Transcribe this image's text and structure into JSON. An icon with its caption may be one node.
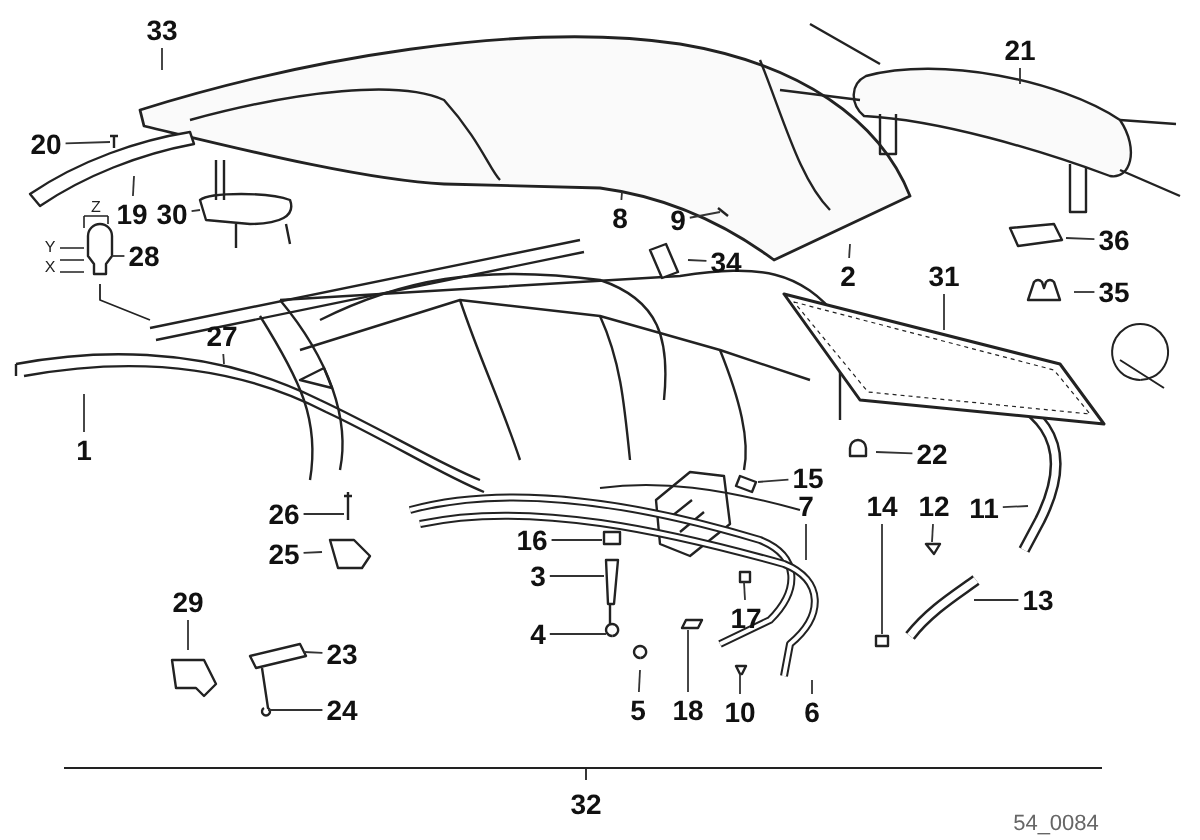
{
  "diagram": {
    "nodes": [
      {
        "text": [
          "33"
        ]
      },
      {
        "text": [
          "21"
        ]
      },
      {
        "text": [
          "20"
        ]
      },
      {
        "text": [
          "8"
        ]
      },
      {
        "text": [
          "9"
        ]
      },
      {
        "text": [
          "2"
        ]
      },
      {
        "text": [
          "19"
        ]
      },
      {
        "text": [
          "30"
        ]
      },
      {
        "text": [
          "36"
        ]
      },
      {
        "text": [
          "34"
        ]
      },
      {
        "text": [
          "28"
        ]
      },
      {
        "text": [
          "31"
        ]
      },
      {
        "text": [
          "35"
        ]
      },
      {
        "text": [
          "27"
        ]
      },
      {
        "text": [
          "1"
        ]
      },
      {
        "text": [
          "22"
        ]
      },
      {
        "text": [
          "15"
        ]
      },
      {
        "text": [
          "7"
        ]
      },
      {
        "text": [
          "14"
        ]
      },
      {
        "text": [
          "12"
        ]
      },
      {
        "text": [
          "11"
        ]
      },
      {
        "text": [
          "26"
        ]
      },
      {
        "text": [
          "16"
        ]
      },
      {
        "text": [
          "25"
        ]
      },
      {
        "text": [
          "3"
        ]
      },
      {
        "text": [
          "13"
        ]
      },
      {
        "text": [
          "29"
        ]
      },
      {
        "text": [
          "17"
        ]
      },
      {
        "text": [
          "4"
        ]
      },
      {
        "text": [
          "23"
        ]
      },
      {
        "text": [
          "24"
        ]
      },
      {
        "text": [
          "5"
        ]
      },
      {
        "text": [
          "18"
        ]
      },
      {
        "text": [
          "10"
        ]
      },
      {
        "text": [
          "6"
        ]
      }
    ],
    "edges": [
      {
        "from": 0,
        "to": null,
        "arrow": "none"
      },
      {
        "from": 1,
        "to": null,
        "arrow": "none"
      },
      {
        "from": 2,
        "to": null,
        "arrow": "none"
      },
      {
        "from": 3,
        "to": null,
        "arrow": "none"
      },
      {
        "from": 4,
        "to": null,
        "arrow": "none"
      },
      {
        "from": 5,
        "to": null,
        "arrow": "none"
      },
      {
        "from": 6,
        "to": null,
        "arrow": "none"
      },
      {
        "from": 7,
        "to": null,
        "arrow": "none"
      },
      {
        "from": 8,
        "to": null,
        "arrow": "none"
      },
      {
        "from": 9,
        "to": null,
        "arrow": "none"
      },
      {
        "from": 10,
        "to": null,
        "arrow": "none"
      },
      {
        "from": 11,
        "to": null,
        "arrow": "none"
      },
      {
        "from": 12,
        "to": null,
        "arrow": "none"
      },
      {
        "from": 13,
        "to": null,
        "arrow": "none"
      },
      {
        "from": 14,
        "to": null,
        "arrow": "none"
      },
      {
        "from": 15,
        "to": null,
        "arrow": "none"
      },
      {
        "from": 16,
        "to": null,
        "arrow": "none"
      },
      {
        "from": 17,
        "to": null,
        "arrow": "none"
      },
      {
        "from": 18,
        "to": null,
        "arrow": "none"
      },
      {
        "from": 19,
        "to": null,
        "arrow": "none"
      },
      {
        "from": 20,
        "to": null,
        "arrow": "none"
      },
      {
        "from": 21,
        "to": null,
        "arrow": "none"
      },
      {
        "from": 22,
        "to": null,
        "arrow": "none"
      },
      {
        "from": 23,
        "to": null,
        "arrow": "none"
      },
      {
        "from": 24,
        "to": null,
        "arrow": "none"
      },
      {
        "from": 25,
        "to": null,
        "arrow": "none"
      },
      {
        "from": 26,
        "to": null,
        "arrow": "none"
      },
      {
        "from": 27,
        "to": null,
        "arrow": "none"
      },
      {
        "from": 28,
        "to": null,
        "arrow": "none"
      },
      {
        "from": 29,
        "to": null,
        "arrow": "none"
      },
      {
        "from": 30,
        "to": null,
        "arrow": "none"
      },
      {
        "from": 31,
        "to": null,
        "arrow": "none"
      },
      {
        "from": 32,
        "to": null,
        "arrow": "none"
      },
      {
        "from": 33,
        "to": null,
        "arrow": "none"
      },
      {
        "from": 34,
        "to": null,
        "arrow": "none"
      }
    ],
    "labels": [
      "Z",
      "Y",
      "X",
      "32",
      "54_0084"
    ]
  }
}
